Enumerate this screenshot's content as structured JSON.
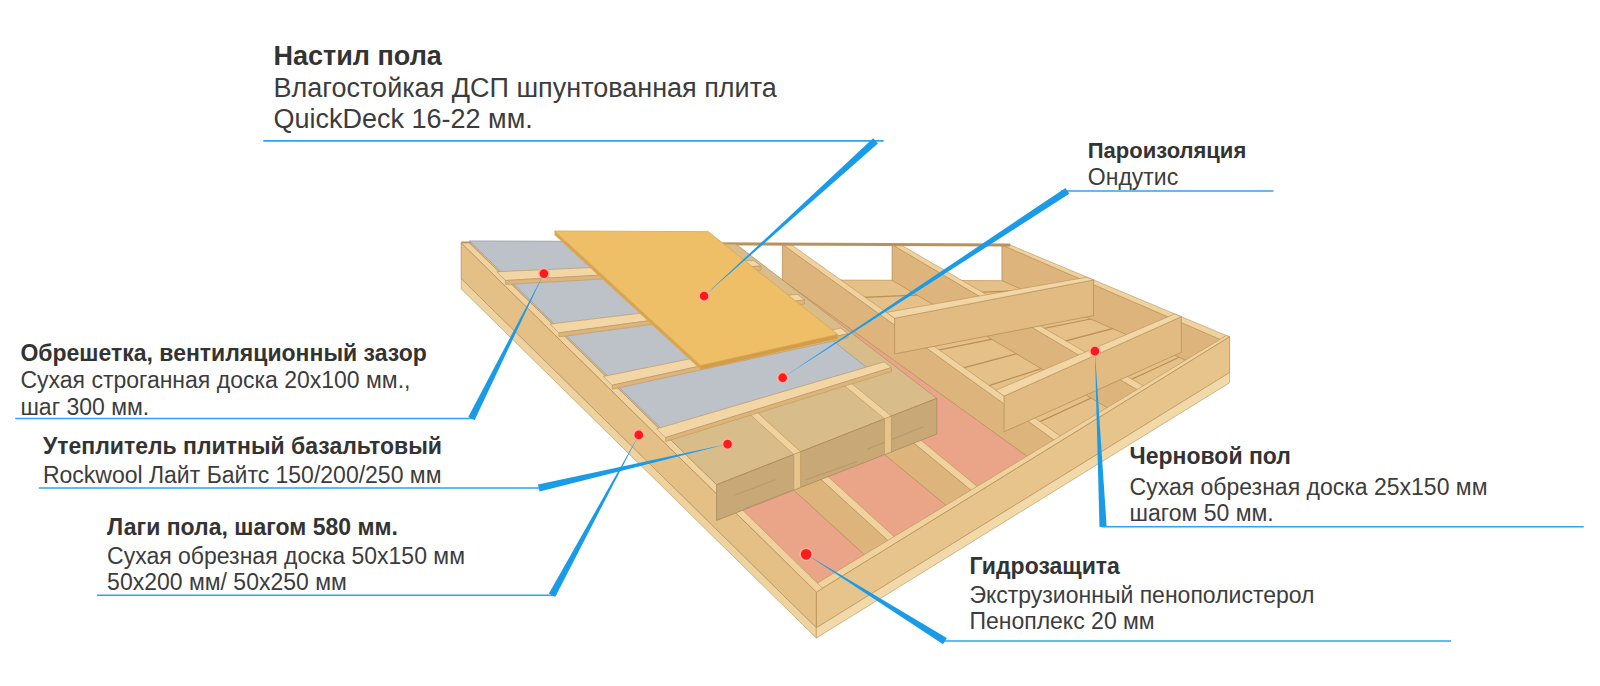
{
  "diagram": {
    "labels": [
      "Настил пола",
      "Влагостойкая ДСП шпунтованная плита QuickDeck 16-22 мм.",
      "Пароизоляция",
      "Ондутис",
      "Обрешетка, вентиляционный зазор",
      "Сухая строганная доска 20х100 мм., шаг 300 мм.",
      "Утеплитель плитный базальтовый",
      "Rockwool Лайт Байтс 150/200/250 мм",
      "Лаги пола, шагом 580 мм.",
      "Сухая обрезная доска 50х150 мм 50х200 мм/ 50х250 мм",
      "Черновой пол",
      "Сухая обрезная доска 25х150 мм шагом 50 мм.",
      "Гидрозащита",
      "Экструзионный пенополистерол Пеноплекс 20 мм"
    ]
  }
}
